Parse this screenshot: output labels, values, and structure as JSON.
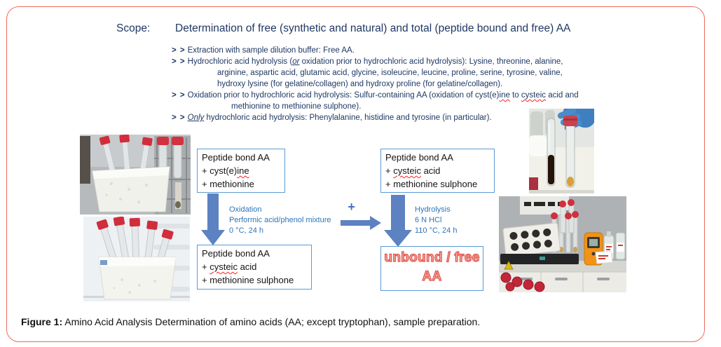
{
  "header": {
    "scope_label": "Scope:",
    "title": "Determination of free (synthetic and natural) and total (peptide bound and free) AA"
  },
  "bullets": [
    {
      "indent": 0,
      "marker": "> >",
      "segments": [
        {
          "t": "Extraction with sample dilution buffer: Free AA."
        }
      ]
    },
    {
      "indent": 0,
      "marker": "> >",
      "segments": [
        {
          "t": "Hydrochloric acid hydrolysis ("
        },
        {
          "t": "or",
          "s": "iu"
        },
        {
          "t": " oxidation prior to hydrochloric acid hydrolysis): Lysine, threonine, alanine,"
        }
      ]
    },
    {
      "indent": 1,
      "segments": [
        {
          "t": "arginine, aspartic acid, glutamic acid, glycine, isoleucine, leucine, proline, serine, tyrosine, valine,"
        }
      ]
    },
    {
      "indent": 1,
      "segments": [
        {
          "t": "hydroxy lysine (for gelatine/collagen) and hydroxy proline (for gelatine/collagen)."
        }
      ]
    },
    {
      "indent": 0,
      "marker": "> >",
      "segments": [
        {
          "t": "Oxidation prior to hydrochloric acid hydrolysis: Sulfur-containing AA (oxidation of cyst(e)"
        },
        {
          "t": "ine",
          "s": "sq"
        },
        {
          "t": " to "
        },
        {
          "t": "cysteic",
          "s": "sq"
        },
        {
          "t": " acid and"
        }
      ]
    },
    {
      "indent": 2,
      "segments": [
        {
          "t": "methionine to methionine sulphone)."
        }
      ]
    },
    {
      "indent": 0,
      "marker": "> >",
      "segments": [
        {
          "t": "Only",
          "s": "iu"
        },
        {
          "t": " hydrochloric acid hydrolysis: Phenylalanine, histidine and tyrosine (in particular)."
        }
      ]
    }
  ],
  "diagram": {
    "box_top_left": {
      "lines": [
        [
          {
            "t": "Peptide bond AA"
          }
        ],
        [
          {
            "t": "+ cyst(e)"
          },
          {
            "t": "ine",
            "s": "sq"
          }
        ],
        [
          {
            "t": "+ methionine"
          }
        ]
      ]
    },
    "box_bottom_left": {
      "lines": [
        [
          {
            "t": "Peptide bond AA"
          }
        ],
        [
          {
            "t": "+ "
          },
          {
            "t": "cysteic",
            "s": "sq"
          },
          {
            "t": " acid"
          }
        ],
        [
          {
            "t": "+ methionine sulphone"
          }
        ]
      ]
    },
    "box_top_right": {
      "lines": [
        [
          {
            "t": "Peptide bond AA"
          }
        ],
        [
          {
            "t": "+ "
          },
          {
            "t": "cysteic",
            "s": "sq"
          },
          {
            "t": " acid"
          }
        ],
        [
          {
            "t": "+ methionine sulphone"
          }
        ]
      ]
    },
    "result_box": {
      "line1": "unbound / free",
      "line2": "AA"
    },
    "arrow1_label": [
      "Oxidation",
      "Performic acid/phenol mixture",
      "0 °C, 24 h"
    ],
    "plus": "+",
    "arrow2_label": [
      "Hydrolysis",
      "6 N HCl",
      "110 °C, 24 h"
    ]
  },
  "caption": {
    "prefix": "Figure 1:",
    "text": " Amino Acid Analysis Determination of amino acids (AA; except tryptophan), sample preparation."
  },
  "photos": {
    "top_left": "test tubes with red caps cooling in white foam ice bath beside metal rack",
    "bottom_left": "test tubes with red caps in foam box inside refrigerator",
    "top_right": "blue-gloved hand holding glass tubes with dark and yellow hydrolysates",
    "bottom_right": "lab bench with heating block, capped tubes, orange temperature controller and reagent bottles"
  },
  "colors": {
    "frame_border": "#EF6A5B",
    "heading_text": "#1F3864",
    "box_border": "#5B9BD5",
    "arrow_blue": "#5C82C1",
    "label_blue": "#2E75B6",
    "wordart_fill": "#F4ACA6",
    "wordart_outline": "#E0544A",
    "squiggle_red": "#FF2020"
  }
}
